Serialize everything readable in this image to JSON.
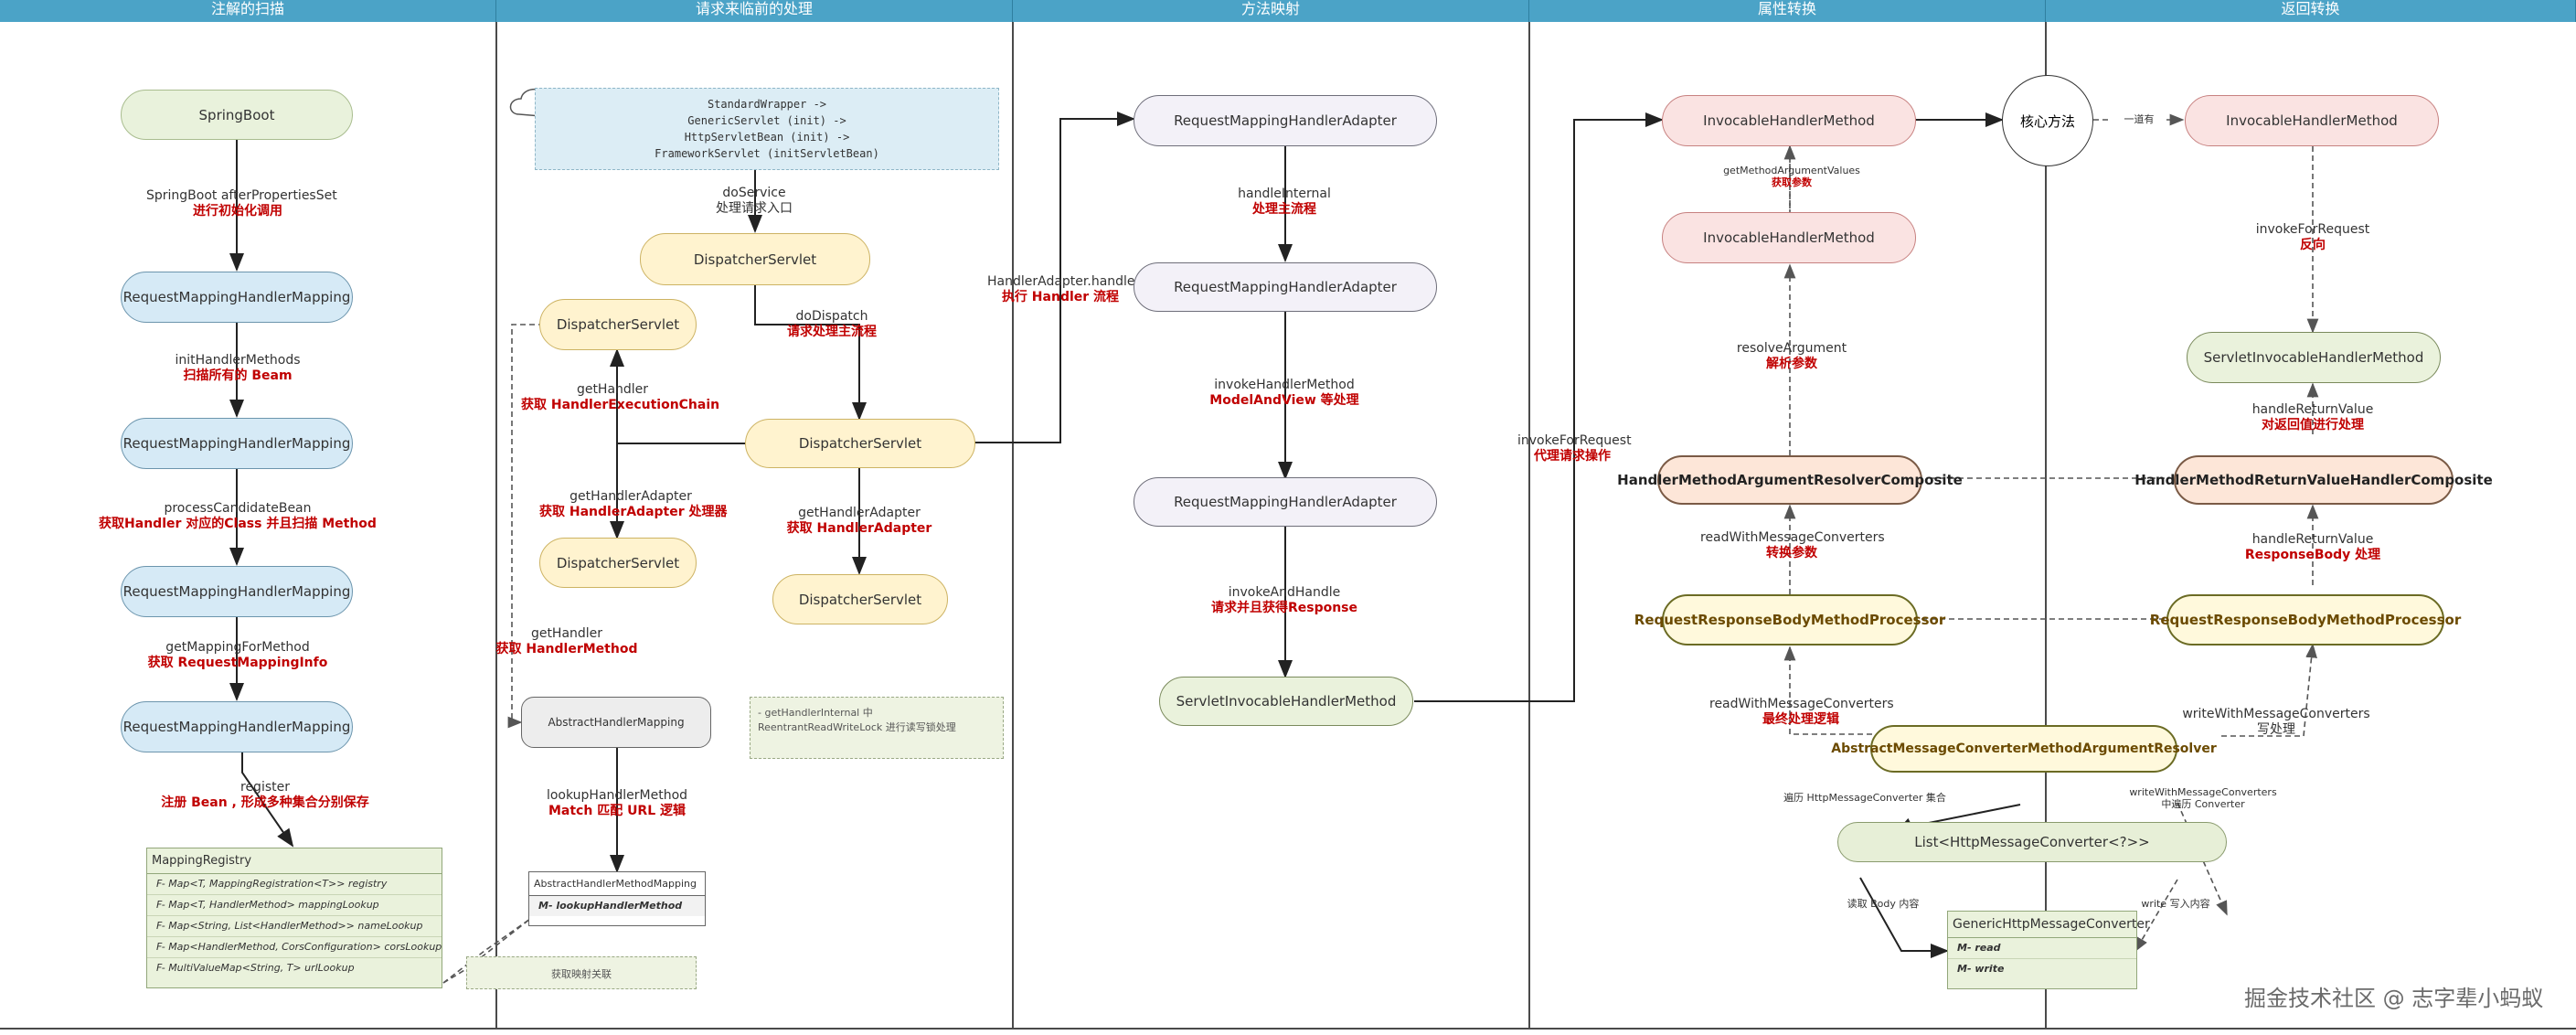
{
  "headers": [
    "注解的扫描",
    "请求来临前的处理",
    "方法映射",
    "属性转换",
    "返回转换"
  ],
  "col1": {
    "springboot": "SpringBoot",
    "e1": {
      "t": "SpringBoot afterPropertiesSet",
      "b": "进行初始化调用"
    },
    "rmhm1": "RequestMappingHandlerMapping",
    "e2": {
      "t": "initHandlerMethods",
      "b": "扫描所有的 Beam"
    },
    "rmhm2": "RequestMappingHandlerMapping",
    "e3": {
      "t": "processCandidateBean",
      "b": "获取Handler 对应的Class 并且扫描 Method"
    },
    "rmhm3": "RequestMappingHandlerMapping",
    "e4": {
      "t": "getMappingForMethod",
      "b": "获取 RequestMappingInfo"
    },
    "rmhm4": "RequestMappingHandlerMapping",
    "e5": {
      "t": "register",
      "b": "注册 Bean , 形成多种集合分别保存"
    },
    "registry": {
      "title": "MappingRegistry",
      "rows": [
        "F- Map<T, MappingRegistration<T>> registry",
        "F- Map<T, HandlerMethod> mappingLookup",
        "F- Map<String, List<HandlerMethod>> nameLookup",
        "F- Map<HandlerMethod, CorsConfiguration> corsLookup",
        "F- MultiValueMap<String, T> urlLookup"
      ]
    }
  },
  "col2": {
    "wrapper": [
      "StandardWrapper ->",
      "GenericServlet (init) ->",
      "HttpServletBean (init) ->",
      "FrameworkServlet (initServletBean)"
    ],
    "e_do": {
      "t": "doService",
      "s": "处理请求入口"
    },
    "ds_main": "DispatcherServlet",
    "e_dispatch": {
      "t": "doDispatch",
      "b": "请求处理主流程"
    },
    "ds_left": "DispatcherServlet",
    "e_gethandler": {
      "t": "getHandler",
      "b": "获取 HandlerExecutionChain"
    },
    "ds_center": "DispatcherServlet",
    "e_getadapter_l": {
      "t": "getHandlerAdapter",
      "b": "获取 HandlerAdapter 处理器"
    },
    "ds_left2": "DispatcherServlet",
    "e_getadapter_r": {
      "t": "getHandlerAdapter",
      "b": "获取 HandlerAdapter"
    },
    "ds_right": "DispatcherServlet",
    "e_gethandlermethod": {
      "t": "getHandler",
      "b": "获取 HandlerMethod"
    },
    "ahm": "AbstractHandlerMapping",
    "note1": "- getHandlerInternal 中 ReentrantReadWriteLock 进行读写锁处理",
    "e_lookup": {
      "t": "lookupHandlerMethod",
      "b": "Match 匹配 URL 逻辑"
    },
    "ahmm": {
      "title": "AbstractHandlerMethodMapping",
      "row": "M- lookupHandlerMethod"
    },
    "note2": "获取映射关联"
  },
  "col3": {
    "e_adapter": {
      "t": "HandlerAdapter.handle",
      "b": "执行 Handler 流程"
    },
    "rmha1": "RequestMappingHandlerAdapter",
    "e_internal": {
      "t": "handleInternal",
      "b": "处理主流程"
    },
    "rmha2": "RequestMappingHandlerAdapter",
    "e_invoke": {
      "t": "invokeHandlerMethod",
      "b": "ModelAndView 等处理"
    },
    "rmha3": "RequestMappingHandlerAdapter",
    "e_invokeandhandle": {
      "t": "invokeAndHandle",
      "b": "请求并且获得Response"
    },
    "sihm": "ServletInvocableHandlerMethod",
    "e_invokeforrequest": {
      "t": "invokeForRequest",
      "b": "代理请求操作"
    }
  },
  "col4": {
    "ihm1": "InvocableHandlerMethod",
    "e_getargs": {
      "t": "getMethodArgumentValues",
      "b": "获取参数"
    },
    "ihm2": "InvocableHandlerMethod",
    "e_resolve": {
      "t": "resolveArgument",
      "b": "解析参数"
    },
    "hmarc": "HandlerMethodArgumentResolverComposite",
    "e_read": {
      "t": "readWithMessageConverters",
      "b": "转换参数"
    },
    "rrbmp_l": "RequestResponseBodyMethodProcessor",
    "e_read2": {
      "t": "readWithMessageConverters",
      "b": "最终处理逻辑"
    },
    "amcmar": "AbstractMessageConverterMethodArgumentResolver",
    "e_loop": "遍历 HttpMessageConverter 集合",
    "list": "List<HttpMessageConverter<?>>",
    "e_readbody": "读取 Body 内容",
    "ghmc": {
      "title": "GenericHttpMessageConverter",
      "rows": [
        "M- read",
        "M- write"
      ]
    }
  },
  "core": "核心方法",
  "col5": {
    "e_stream": "一道有",
    "ihm": "InvocableHandlerMethod",
    "e_invokefr": {
      "t": "invokeForRequest",
      "b": "反向"
    },
    "sihm": "ServletInvocableHandlerMethod",
    "e_hrv": {
      "t": "handleReturnValue",
      "b": "对返回值进行处理"
    },
    "hmrvhc": "HandlerMethodReturnValueHandlerComposite",
    "e_hrv2": {
      "t": "handleReturnValue",
      "b": "ResponseBody 处理"
    },
    "rrbmp": "RequestResponseBodyMethodProcessor",
    "e_write": {
      "t": "writeWithMessageConverters",
      "s": "写处理"
    },
    "e_write2": [
      "writeWithMessageConverters",
      "中遍历 Converter"
    ],
    "e_writebody": "write 写入内容"
  },
  "watermark": "掘金技术社区 @ 志字辈小蚂蚁"
}
